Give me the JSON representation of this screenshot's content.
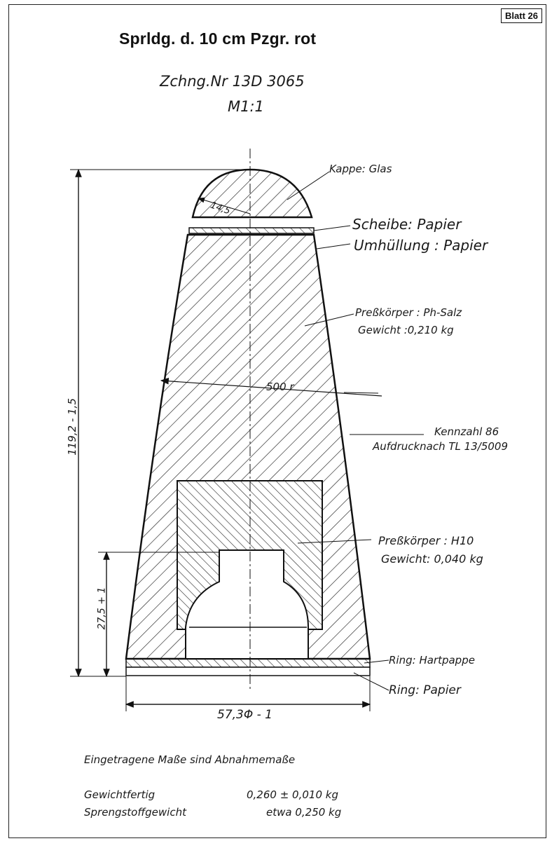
{
  "sheet_label": "Blatt 26",
  "title": "Sprldg. d. 10 cm Pzgr. rot",
  "drawing_number": "Zchng.Nr 13D 3065",
  "scale": "M1:1",
  "labels": {
    "kappe": "Kappe: Glas",
    "scheibe": "Scheibe: Papier",
    "umhuellung": "Umhüllung : Papier",
    "presskoerper_ph": "Preßkörper : Ph-Salz",
    "gewicht_ph": "Gewicht :0,210 kg",
    "kennzahl": "Kennzahl 86",
    "aufdruck": "Aufdrucknach TL 13/5009",
    "presskoerper_h10": "Preßkörper : H10",
    "gewicht_h10": "Gewicht: 0,040 kg",
    "ring_hartpappe": "Ring: Hartpappe",
    "ring_papier": "Ring: Papier"
  },
  "dimensions": {
    "radius_cap": "14,5",
    "radius_body": "500 r",
    "height_total": "119,2 - 1,5",
    "height_cavity": "27,5 + 1",
    "diameter": "57,3Φ - 1"
  },
  "notes": {
    "line1": "Eingetragene Maße sind Abnahmemaße",
    "weight_label": "Gewichtfertig",
    "weight_value": "0,260 ± 0,010  kg",
    "explosive_label": "Sprengstoffgewicht",
    "explosive_value": "etwa 0,250  kg"
  }
}
